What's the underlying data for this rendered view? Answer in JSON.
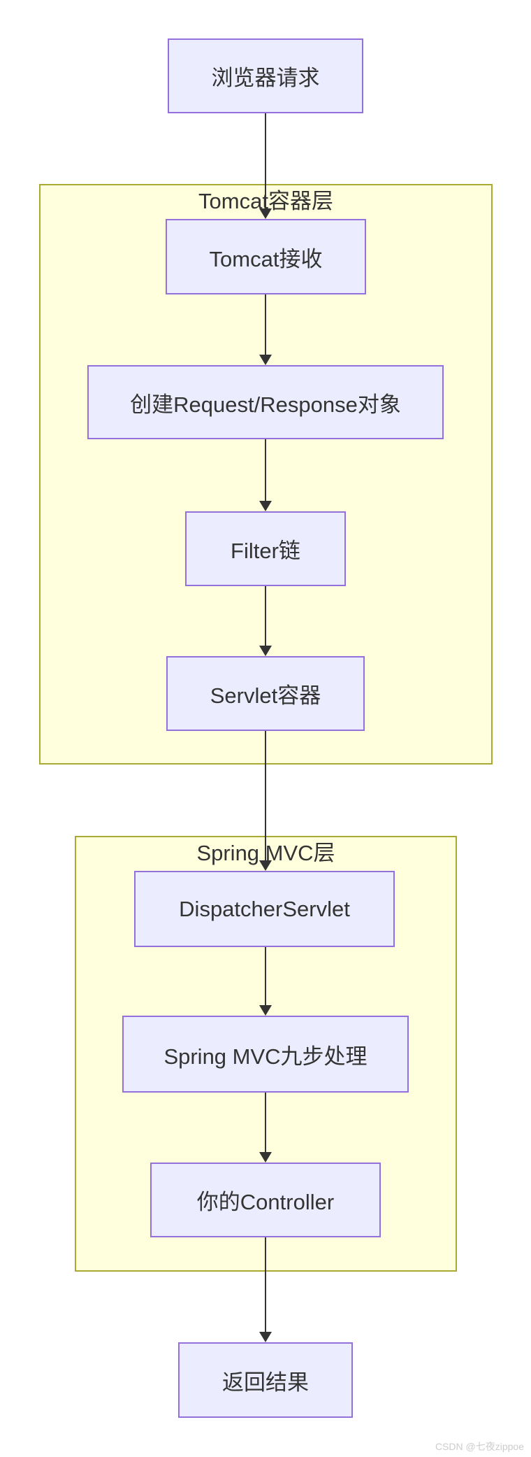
{
  "diagram": {
    "type": "flowchart",
    "direction": "top-down",
    "colors": {
      "node_fill": "#ECECFF",
      "node_border": "#9370DB",
      "container_fill": "#FFFFDE",
      "container_border": "#AAAA33",
      "edge_color": "#333333",
      "text_color": "#333333",
      "watermark_color": "#CCCCCC",
      "page_bg": "#FFFFFF"
    }
  },
  "nodes": {
    "browser_request": "浏览器请求",
    "tomcat_receive": "Tomcat接收",
    "create_request_response": "创建Request/Response对象",
    "filter_chain": "Filter链",
    "servlet_container": "Servlet容器",
    "dispatcher_servlet": "DispatcherServlet",
    "spring_mvc_nine_steps": "Spring MVC九步处理",
    "your_controller": "你的Controller",
    "return_result": "返回结果"
  },
  "containers": {
    "tomcat_layer": "Tomcat容器层",
    "spring_mvc_layer": "Spring MVC层"
  },
  "edges": [
    {
      "from": "browser_request",
      "to": "tomcat_receive"
    },
    {
      "from": "tomcat_receive",
      "to": "create_request_response"
    },
    {
      "from": "create_request_response",
      "to": "filter_chain"
    },
    {
      "from": "filter_chain",
      "to": "servlet_container"
    },
    {
      "from": "servlet_container",
      "to": "dispatcher_servlet"
    },
    {
      "from": "dispatcher_servlet",
      "to": "spring_mvc_nine_steps"
    },
    {
      "from": "spring_mvc_nine_steps",
      "to": "your_controller"
    },
    {
      "from": "your_controller",
      "to": "return_result"
    }
  ],
  "watermark": "CSDN @七夜zippoe"
}
